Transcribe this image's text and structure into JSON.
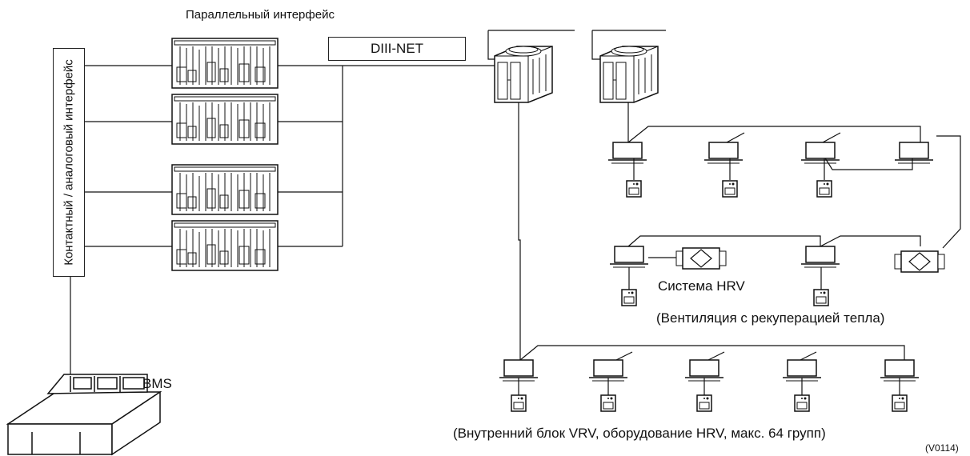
{
  "labels": {
    "parallel_interface": "Параллельный интерфейс",
    "diii_net": "DIII-NET",
    "contact_analog_interface": "Контактный / аналоговый интерфейс",
    "bms": "BMS",
    "hrv_system": "Система HRV",
    "hrv_description": "(Вентиляция с рекуперацией тепла)",
    "vrv_caption": "(Внутренний блок VRV, оборудование HRV, макс. 64 групп)",
    "figure_code": "(V0114)"
  }
}
